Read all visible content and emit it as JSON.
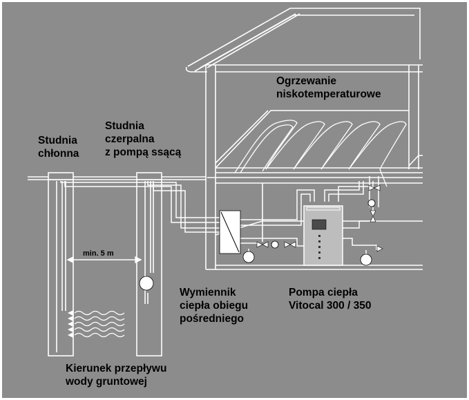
{
  "labels": {
    "ogrzewanie": [
      "Ogrzewanie",
      "niskotemperaturowe"
    ],
    "studnia_chlonna": [
      "Studnia",
      "chłonna"
    ],
    "studnia_czerpalna": [
      "Studnia",
      "czerpalna",
      "z pompą ssącą"
    ],
    "wymiennik": [
      "Wymiennik",
      "ciepła obiegu",
      "pośredniego"
    ],
    "pompa": [
      "Pompa ciepła",
      "Vitocal 300 / 350"
    ],
    "kierunek": [
      "Kierunek przepływu",
      "wody gruntowej"
    ],
    "distance": "min. 5 m"
  },
  "colors": {
    "background": "#8c8c8c",
    "lines": "#ffffff",
    "text": "#000000",
    "border": "#ffffff"
  }
}
